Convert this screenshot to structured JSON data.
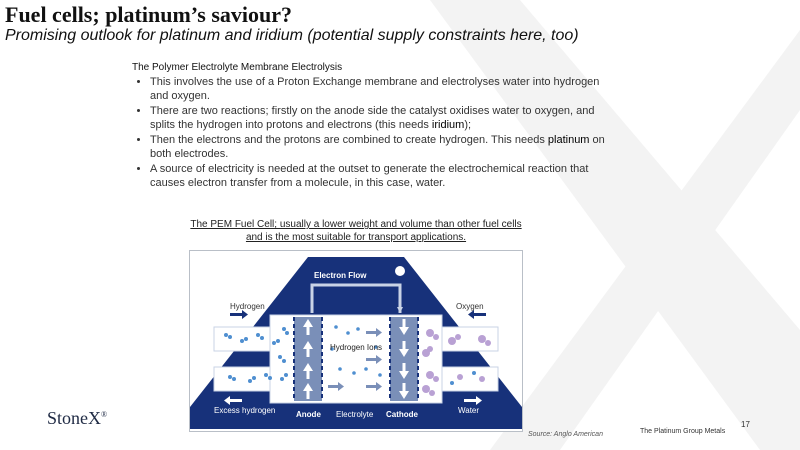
{
  "slide": {
    "title": "Fuel cells; platinum’s saviour?",
    "subtitle": "Promising outlook for platinum and iridium (potential supply constraints here, too)",
    "section_heading": "The Polymer Electrolyte Membrane Electrolysis",
    "bullets": [
      {
        "before": "This involves the use of a Proton Exchange membrane and electrolyses water into hydrogen and oxygen.",
        "highlight": "",
        "after": ""
      },
      {
        "before": "There are two reactions; firstly on the anode side the catalyst oxidises water to oxygen, and splits the hydrogen into protons and electrons (this needs ",
        "highlight": "iridium",
        "after": ");"
      },
      {
        "before": "Then the electrons and the protons are combined to create hydrogen.  This needs ",
        "highlight": "platinum",
        "after": " on both electrodes."
      },
      {
        "before": "A source of electricity is needed at the outset to generate the electrochemical reaction that causes electron transfer from a molecule, in this case, water.",
        "highlight": "",
        "after": ""
      }
    ],
    "caption": "The PEM Fuel Cell; usually a lower weight and volume than other fuel cells and is the most suitable for transport applications.",
    "diagram_labels": {
      "electron_flow": "Electron Flow",
      "hydrogen": "Hydrogen",
      "oxygen": "Oxygen",
      "hydrogen_ions": "Hydrogen Ions",
      "excess_hydrogen": "Excess hydrogen",
      "anode": "Anode",
      "electrolyte": "Electrolyte",
      "cathode": "Cathode",
      "water": "Water"
    },
    "logo": "StoneX",
    "source": "Source:  Anglo American",
    "footer": "The Platinum Group Metals",
    "page_number": "17"
  },
  "colors": {
    "navy": "#17317a",
    "membrane": "#c9d3e6",
    "hydrogen_dot": "#4f8fd0",
    "oxygen_dot": "#b9a1d4",
    "watermark": "#f2f2f2"
  }
}
